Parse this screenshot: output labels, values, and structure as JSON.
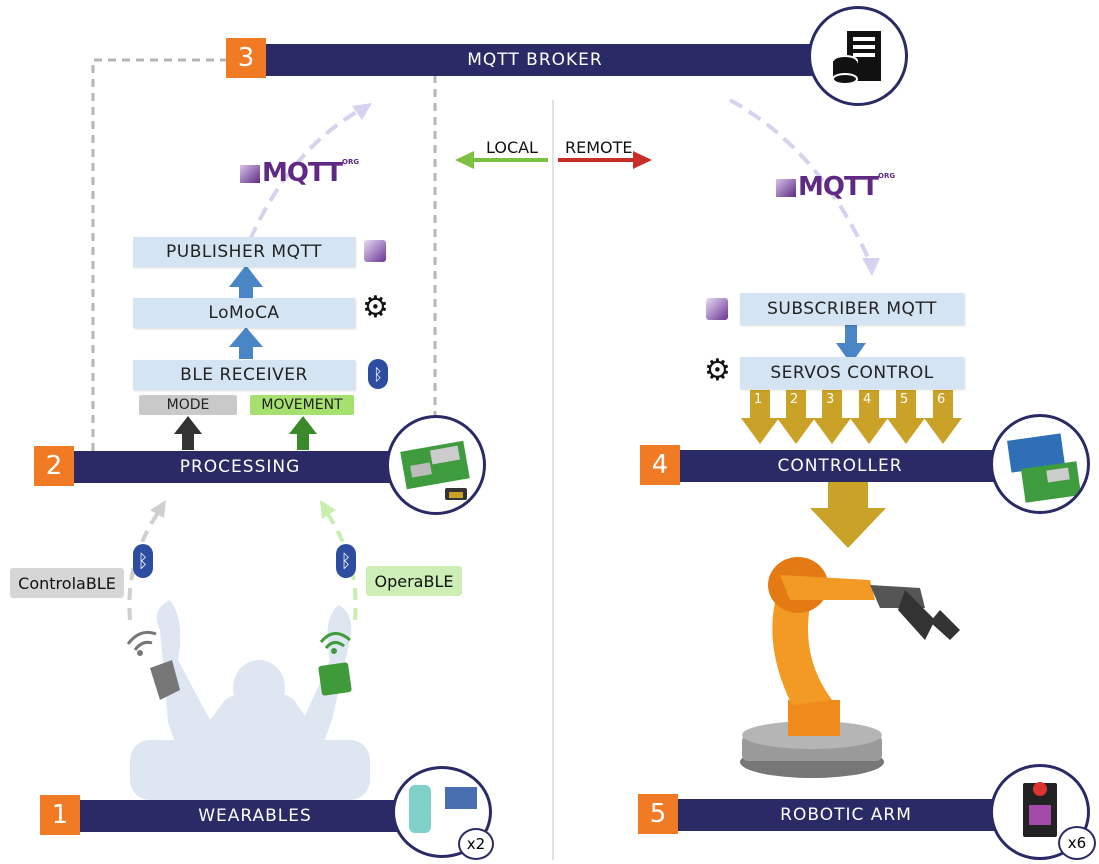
{
  "broker": {
    "number": "3",
    "label": "MQTT BROKER"
  },
  "processing": {
    "number": "2",
    "label": "PROCESSING"
  },
  "controller": {
    "number": "4",
    "label": "CONTROLLER"
  },
  "wearables": {
    "number": "1",
    "label": "WEARABLES",
    "count": "x2"
  },
  "robotic_arm": {
    "number": "5",
    "label": "ROBOTIC ARM",
    "count": "x6"
  },
  "direction": {
    "local": "LOCAL",
    "remote": "REMOTE"
  },
  "left_stack": {
    "publisher": "PUBLISHER MQTT",
    "lomoca": "LoMoCA",
    "ble_receiver": "BLE RECEIVER",
    "mode": "MODE",
    "movement": "MOVEMENT"
  },
  "right_stack": {
    "subscriber": "SUBSCRIBER MQTT",
    "servos": "SERVOS CONTROL",
    "servo_numbers": [
      "1",
      "2",
      "3",
      "4",
      "5",
      "6"
    ]
  },
  "mqtt_logo": {
    "text": "MQTT",
    "sub": "ORG"
  },
  "devices": {
    "left": "ControlaBLE",
    "right": "OperaBLE"
  },
  "colors": {
    "bar": "#2a2b66",
    "badge": "#f07b24",
    "box": "#d4e4f3",
    "arrow_blue": "#4a86c5",
    "gold": "#c9a227"
  }
}
